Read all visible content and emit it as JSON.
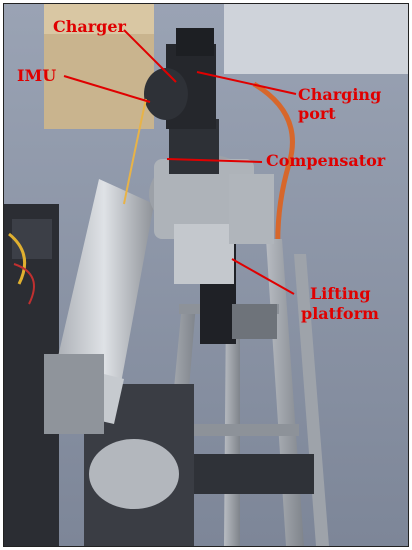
{
  "labels": {
    "charger": "Charger",
    "imu": "IMU",
    "charging_port_line1": "Charging",
    "charging_port_line2": "port",
    "compensator": "Compensator",
    "lifting_platform_line1": "Lifting",
    "lifting_platform_line2": "platform"
  },
  "colors": {
    "annotation": "#e00000"
  }
}
